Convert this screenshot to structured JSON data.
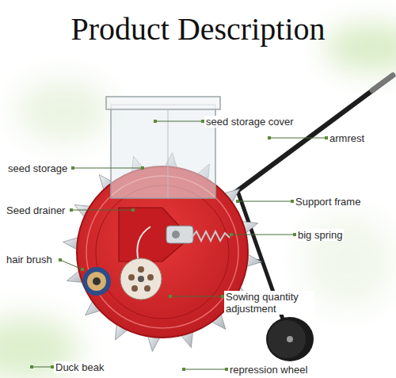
{
  "diagram": {
    "title": "Product Description",
    "labels": [
      "seed storage cover",
      "armrest",
      "seed storage",
      "Seed drainer",
      "Support frame",
      "big spring",
      "hair brush",
      "Sowing quantity adjustment",
      "Duck beak",
      "repression wheel"
    ]
  }
}
